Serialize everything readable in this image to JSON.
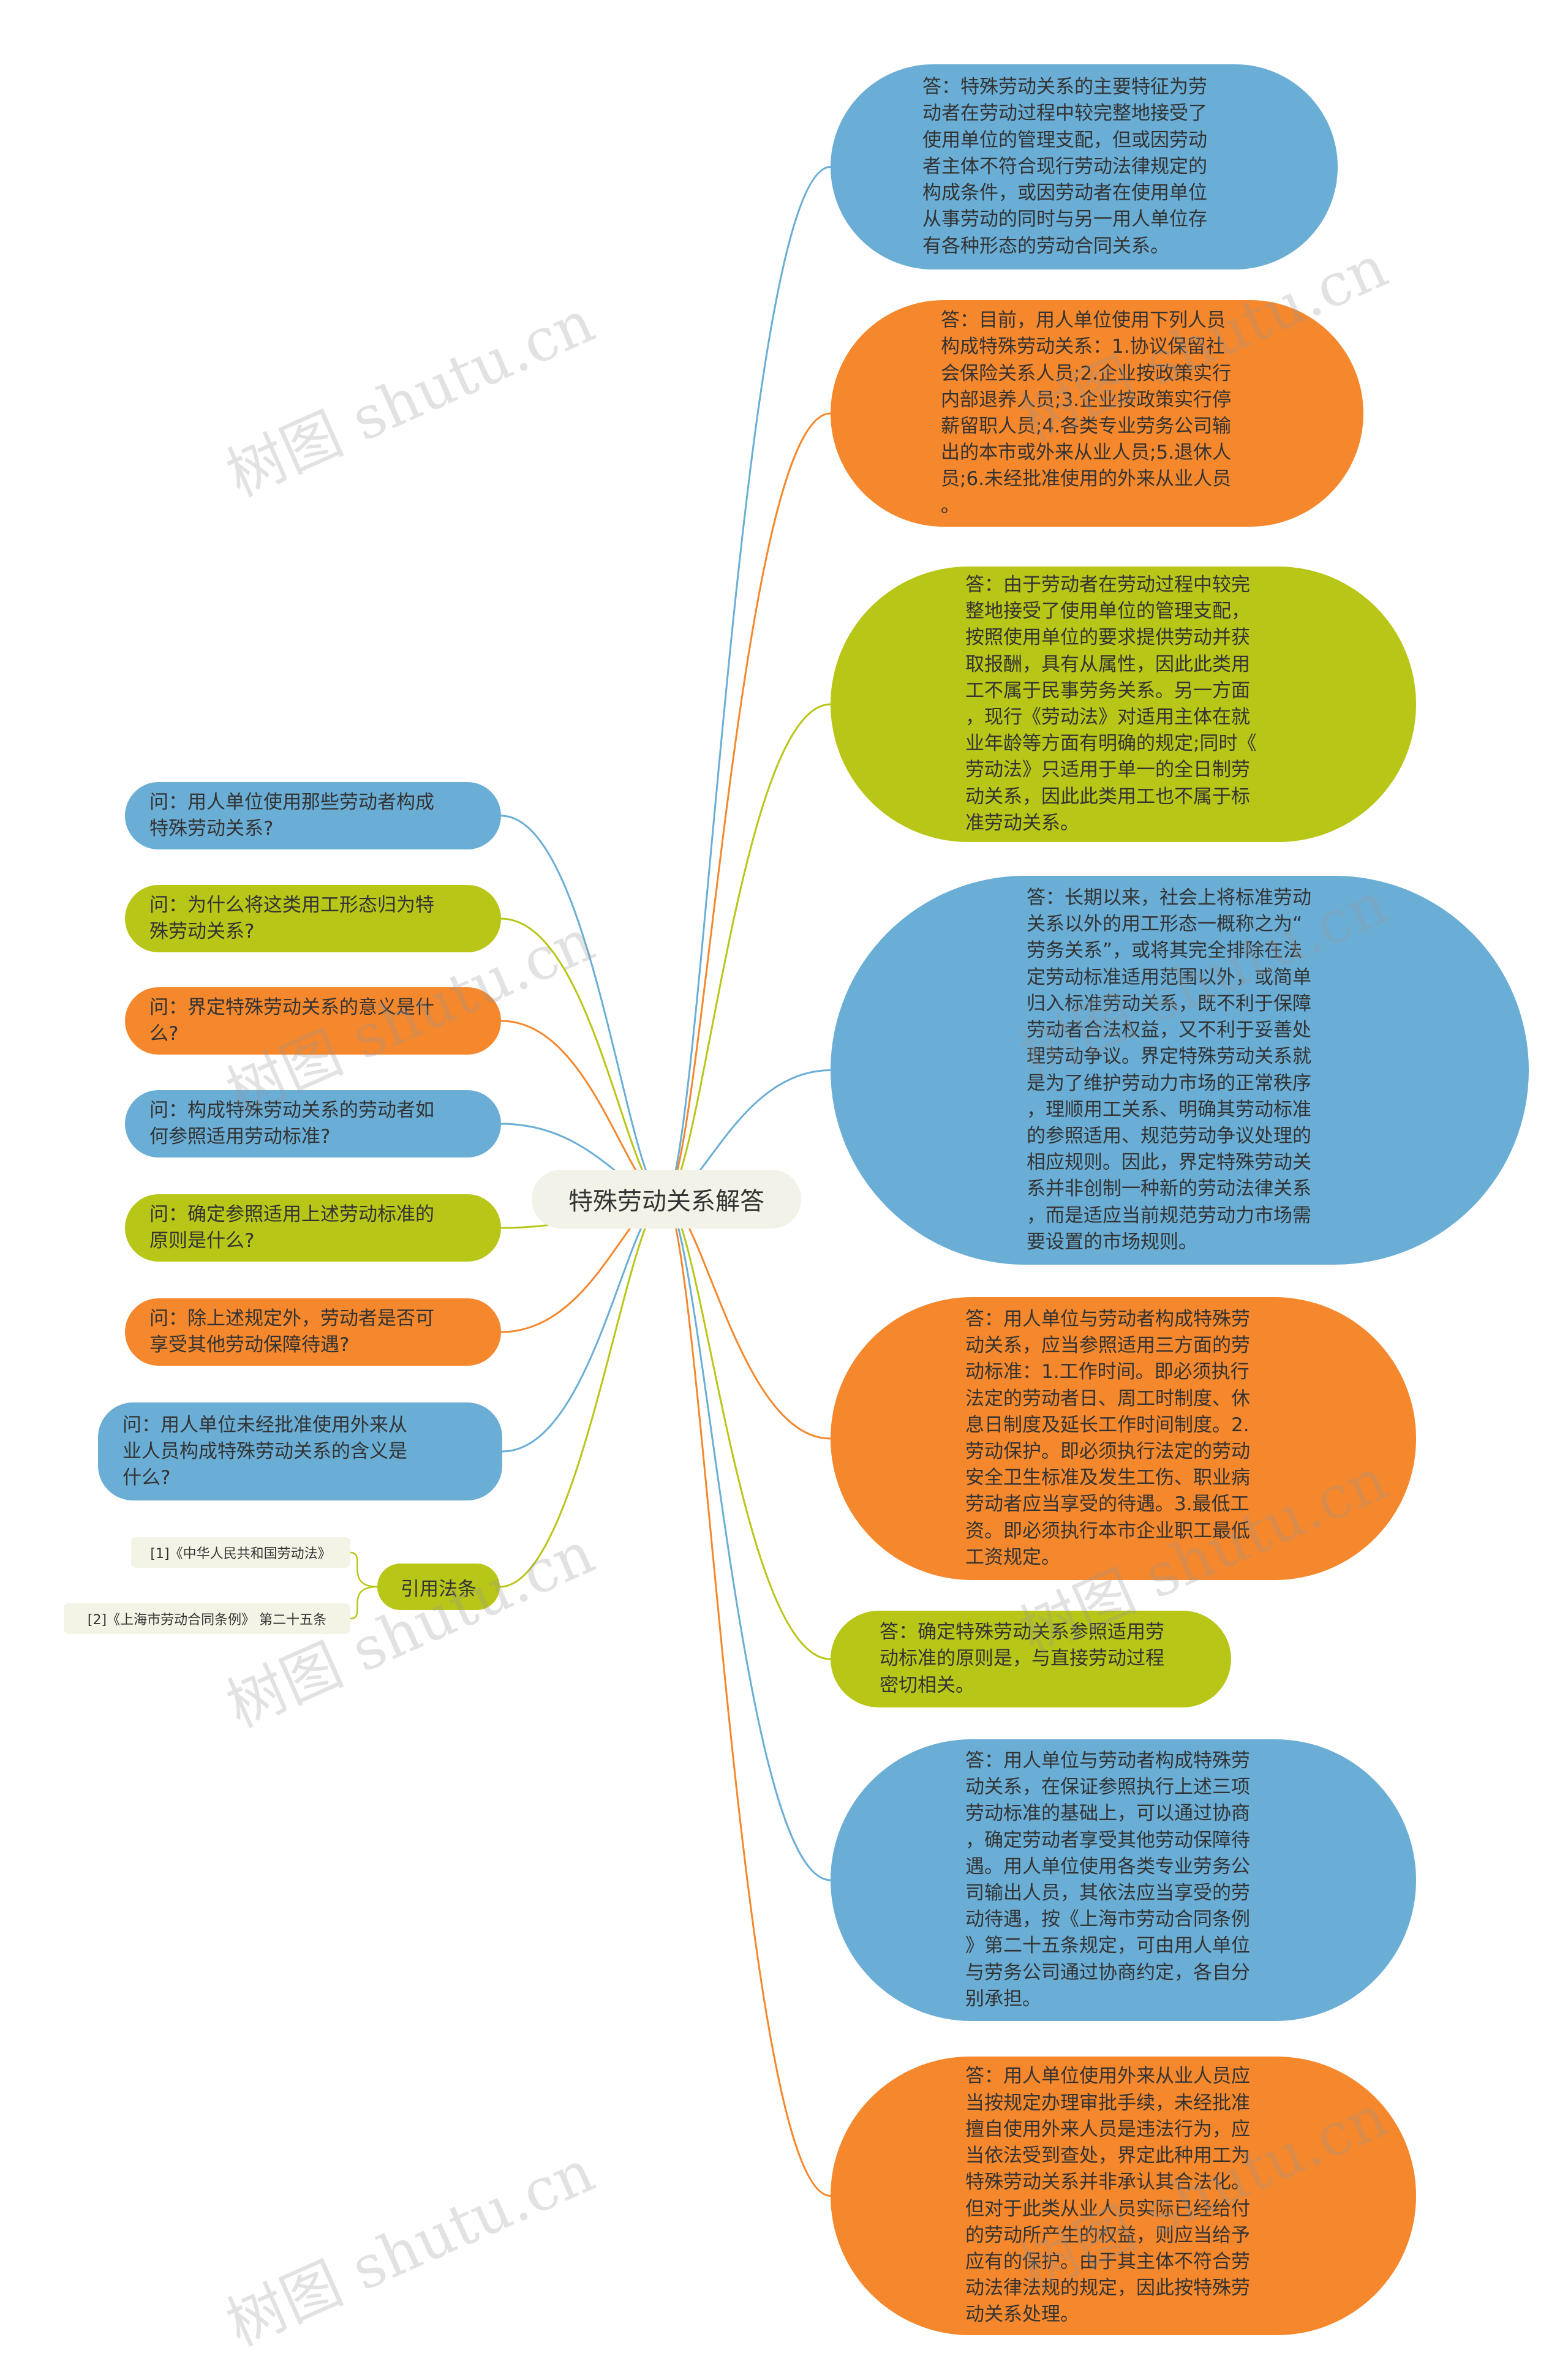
{
  "root": {
    "label": "特殊劳动关系解答"
  },
  "colors": {
    "blue": "#6aaed6",
    "orange": "#f5872c",
    "green": "#b8c617",
    "root_bg": "#f2f2e8"
  },
  "questions": [
    {
      "text": "问：用人单位使用那些劳动者构成\n特殊劳动关系?",
      "color": "blue"
    },
    {
      "text": "问：为什么将这类用工形态归为特\n殊劳动关系?",
      "color": "green"
    },
    {
      "text": "问：界定特殊劳动关系的意义是什\n么?",
      "color": "orange"
    },
    {
      "text": "问：构成特殊劳动关系的劳动者如\n何参照适用劳动标准?",
      "color": "blue"
    },
    {
      "text": "问：确定参照适用上述劳动标准的\n原则是什么?",
      "color": "green"
    },
    {
      "text": "问：除上述规定外，劳动者是否可\n享受其他劳动保障待遇?",
      "color": "orange"
    },
    {
      "text": "问：用人单位未经批准使用外来从\n业人员构成特殊劳动关系的含义是\n什么?",
      "color": "blue"
    }
  ],
  "references": {
    "label": "引用法条",
    "items": [
      "[1]《中华人民共和国劳动法》",
      "[2]《上海市劳动合同条例》 第二十五条"
    ]
  },
  "answers": [
    {
      "text": "答：特殊劳动关系的主要特征为劳\n动者在劳动过程中较完整地接受了\n使用单位的管理支配，但或因劳动\n者主体不符合现行劳动法律规定的\n构成条件，或因劳动者在使用单位\n从事劳动的同时与另一用人单位存\n有各种形态的劳动合同关系。",
      "color": "blue"
    },
    {
      "text": "答：目前，用人单位使用下列人员\n构成特殊劳动关系：1.协议保留社\n会保险关系人员;2.企业按政策实行\n内部退养人员;3.企业按政策实行停\n薪留职人员;4.各类专业劳务公司输\n出的本市或外来从业人员;5.退休人\n员;6.未经批准使用的外来从业人员\n。",
      "color": "orange"
    },
    {
      "text": "答：由于劳动者在劳动过程中较完\n整地接受了使用单位的管理支配，\n按照使用单位的要求提供劳动并获\n取报酬，具有从属性，因此此类用\n工不属于民事劳务关系。另一方面\n，现行《劳动法》对适用主体在就\n业年龄等方面有明确的规定;同时《\n劳动法》只适用于单一的全日制劳\n动关系，因此此类用工也不属于标\n准劳动关系。",
      "color": "green"
    },
    {
      "text": "答：长期以来，社会上将标准劳动\n关系以外的用工形态一概称之为“\n劳务关系”，或将其完全排除在法\n定劳动标准适用范围以外，或简单\n归入标准劳动关系，既不利于保障\n劳动者合法权益，又不利于妥善处\n理劳动争议。界定特殊劳动关系就\n是为了维护劳动力市场的正常秩序\n，理顺用工关系、明确其劳动标准\n的参照适用、规范劳动争议处理的\n相应规则。因此，界定特殊劳动关\n系并非创制一种新的劳动法律关系\n，而是适应当前规范劳动力市场需\n要设置的市场规则。",
      "color": "blue"
    },
    {
      "text": "答：用人单位与劳动者构成特殊劳\n动关系，应当参照适用三方面的劳\n动标准：1.工作时间。即必须执行\n法定的劳动者日、周工时制度、休\n息日制度及延长工作时间制度。2.\n劳动保护。即必须执行法定的劳动\n安全卫生标准及发生工伤、职业病\n劳动者应当享受的待遇。3.最低工\n资。即必须执行本市企业职工最低\n工资规定。",
      "color": "orange"
    },
    {
      "text": "答：确定特殊劳动关系参照适用劳\n动标准的原则是，与直接劳动过程\n密切相关。",
      "color": "green"
    },
    {
      "text": "答：用人单位与劳动者构成特殊劳\n动关系，在保证参照执行上述三项\n劳动标准的基础上，可以通过协商\n，确定劳动者享受其他劳动保障待\n遇。用人单位使用各类专业劳务公\n司输出人员，其依法应当享受的劳\n动待遇，按《上海市劳动合同条例\n》第二十五条规定，可由用人单位\n与劳务公司通过协商约定，各自分\n别承担。",
      "color": "blue"
    },
    {
      "text": "答：用人单位使用外来从业人员应\n当按规定办理审批手续，未经批准\n擅自使用外来人员是违法行为，应\n当依法受到查处，界定此种用工为\n特殊劳动关系并非承认其合法化。\n但对于此类从业人员实际已经给付\n的劳动所产生的权益，则应当给予\n应有的保护。由于其主体不符合劳\n动法律法规的规定，因此按特殊劳\n动关系处理。",
      "color": "orange"
    }
  ],
  "watermark": "树图 shutu.cn"
}
